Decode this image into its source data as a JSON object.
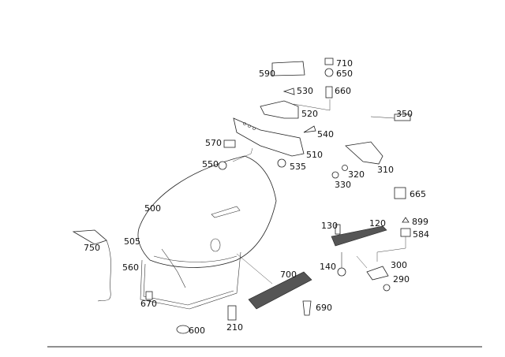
{
  "diagram": {
    "type": "exploded parts diagram",
    "part_numbers": [
      "710",
      "650",
      "590",
      "530",
      "660",
      "520",
      "350",
      "540",
      "570",
      "510",
      "550",
      "535",
      "320",
      "310",
      "330",
      "665",
      "500",
      "899",
      "584",
      "130",
      "120",
      "505",
      "750",
      "560",
      "140",
      "300",
      "290",
      "700",
      "670",
      "690",
      "600",
      "210"
    ]
  }
}
